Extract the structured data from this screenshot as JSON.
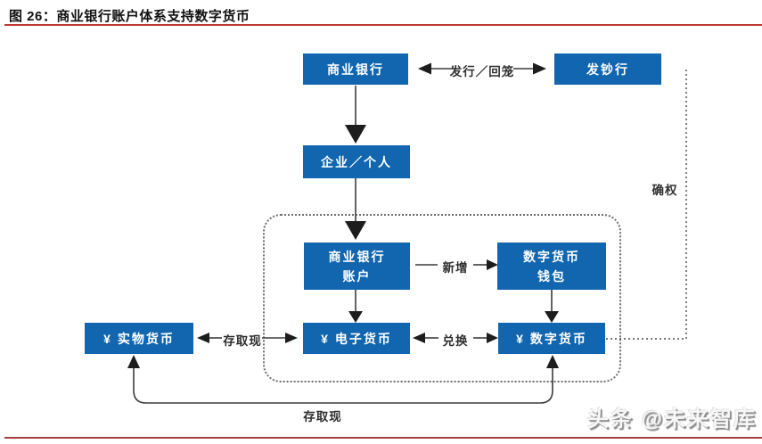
{
  "figure": {
    "title": "图 26：商业银行账户体系支持数字货币"
  },
  "diagram": {
    "nodes": {
      "commercial_bank": "商业银行",
      "issuing_bank": "发钞行",
      "enterprise_individual": "企业／个人",
      "bank_account_line1": "商业银行",
      "bank_account_line2": "账户",
      "digital_wallet_line1": "数字货币",
      "digital_wallet_line2": "钱包",
      "e_money": "¥ 电子货币",
      "digital_currency": "¥ 数字货币",
      "physical_money": "¥ 实物货币"
    },
    "labels": {
      "issue_recall": "发行／回笼",
      "add_new": "新增",
      "exchange": "兑换",
      "deposit_withdraw_left": "存取现",
      "deposit_withdraw_bottom": "存取现",
      "confirm_rights": "确权"
    },
    "edges": [
      {
        "from": "commercial_bank",
        "to": "issuing_bank",
        "label": "发行／回笼",
        "style": "double-arrow"
      },
      {
        "from": "commercial_bank",
        "to": "enterprise_individual",
        "style": "arrow-down"
      },
      {
        "from": "enterprise_individual",
        "to": "bank_account",
        "style": "arrow-down"
      },
      {
        "from": "bank_account",
        "to": "digital_wallet",
        "label": "新增",
        "style": "arrow-right"
      },
      {
        "from": "bank_account",
        "to": "e_money",
        "style": "arrow-down"
      },
      {
        "from": "digital_wallet",
        "to": "digital_currency",
        "style": "arrow-down"
      },
      {
        "from": "e_money",
        "to": "digital_currency",
        "label": "兑换",
        "style": "double-arrow"
      },
      {
        "from": "physical_money",
        "to": "e_money",
        "label": "存取现",
        "style": "double-arrow"
      },
      {
        "from": "digital_currency",
        "to": "physical_money",
        "label": "存取现",
        "style": "double-arrow-curve"
      },
      {
        "from": "digital_currency",
        "to": "issuing_bank",
        "label": "确权",
        "style": "dotted"
      }
    ]
  },
  "watermark": "头条 @未来智库",
  "colors": {
    "box_blue": "#1166af",
    "rule_red_top": "#bc3a31",
    "rule_red_bottom": "#a04040",
    "line": "#3c3c3c"
  }
}
